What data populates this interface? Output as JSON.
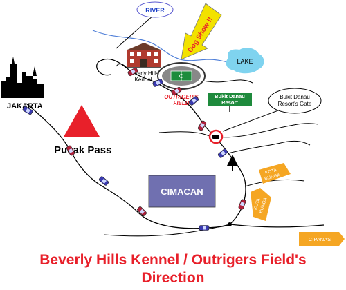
{
  "labels": {
    "jakarta": "JAKARTA",
    "pucak_pass": "Pucak Pass",
    "river": "RIVER",
    "dog_show": "Dog Show !!",
    "lake": "LAKE",
    "kennel": [
      "Beverly Hills",
      "Kennel"
    ],
    "field": [
      "OUTRIGER'S",
      "FIELD"
    ],
    "resort": [
      "Bukit Danau",
      "Resort"
    ],
    "resort_gate": [
      "Bukit Danau",
      "Resort's Gate"
    ],
    "cimacan": "CIMACAN",
    "kota_bunga_1": [
      "KOTA",
      "BUNGA"
    ],
    "kota_bunga_2": [
      "KOTA",
      "BUNGA"
    ],
    "cipanas": "CIPANAS"
  },
  "title": [
    "Beverly Hills Kennel / Outrigers Field's",
    "Direction"
  ],
  "colors": {
    "title": "#e8202a",
    "pass_triangle": "#e8202a",
    "resort_sign": "#1e8a3c",
    "cimacan_box": "#7070b0",
    "direction_signs": "#f5a623",
    "dog_show_arrow": "#f2e200",
    "lake": "#7fd3ef",
    "river_label": "#1c3fc8"
  }
}
